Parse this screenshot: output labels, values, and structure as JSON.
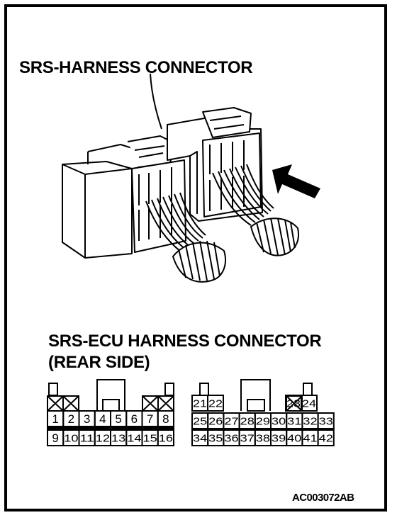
{
  "labels": {
    "harness_connector": "SRS-HARNESS CONNECTOR",
    "ecu_title": "SRS-ECU HARNESS CONNECTOR",
    "ecu_subtitle": "(REAR SIDE)",
    "figure_code": "AC003072AB"
  },
  "connector_left": {
    "row1": [
      "1",
      "2",
      "3",
      "4",
      "5",
      "6",
      "7",
      "8"
    ],
    "row2": [
      "9",
      "10",
      "11",
      "12",
      "13",
      "14",
      "15",
      "16"
    ]
  },
  "connector_right": {
    "row0": [
      "21",
      "22",
      "",
      "",
      "",
      "",
      "23",
      "24"
    ],
    "row1": [
      "25",
      "26",
      "27",
      "28",
      "29",
      "30",
      "31",
      "32",
      "33"
    ],
    "row2": [
      "34",
      "35",
      "36",
      "37",
      "38",
      "39",
      "40",
      "41",
      "42"
    ]
  },
  "colors": {
    "ink": "#000000",
    "paper": "#ffffff"
  }
}
